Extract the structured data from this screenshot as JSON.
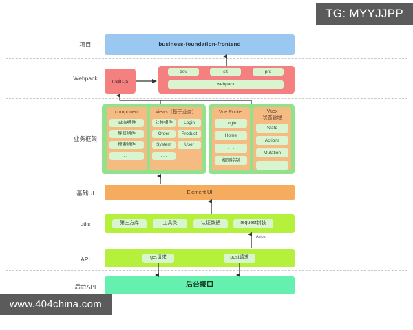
{
  "watermarks": {
    "tg": "TG: MYYJJPP",
    "site": "www.404china.com"
  },
  "rows": [
    {
      "label": "项目"
    },
    {
      "label": "Webpack"
    },
    {
      "label": "业务框架"
    },
    {
      "label": "基础UI"
    },
    {
      "label": "utils"
    },
    {
      "label": "API"
    },
    {
      "label": "后台API"
    }
  ],
  "project": {
    "title": "business-foundation-frontend"
  },
  "webpack": {
    "entry": "main.js",
    "envs": [
      "dev",
      "sit",
      "pro"
    ],
    "bundler": "webpack"
  },
  "framework": {
    "component": {
      "header": "component",
      "items": [
        "table组件",
        "导航组件",
        "搜索组件",
        ". . ."
      ]
    },
    "views": {
      "header": "views（基于业务）",
      "items": [
        "公共组件",
        "Login",
        "Order",
        "Product",
        "System",
        "User",
        ". . ."
      ]
    },
    "router": {
      "header": "Vue Router",
      "items": [
        "Login",
        "Home",
        ". . .",
        "权限控制"
      ]
    },
    "vuex": {
      "header": "Vuex\n状态管理",
      "header_line1": "Vuex",
      "header_line2": "状态管理",
      "items": [
        "State",
        "Actions",
        "Mutation",
        ". . ."
      ]
    }
  },
  "base_ui": {
    "title": "Element UI"
  },
  "utils": {
    "items": [
      "第三方库",
      "工具类",
      "认证数据",
      "request封装"
    ],
    "edge_label": "Axios"
  },
  "api": {
    "items": [
      "get请求",
      "post请求"
    ]
  },
  "backend": {
    "title": "后台接口"
  },
  "colors": {
    "project": "#9ac8f0",
    "webpack": "#f4807f",
    "framework_outer": "#93e18b",
    "framework_inner": "#f6bb83",
    "base_ui": "#f5ac5f",
    "utils": "#b4f03c",
    "api": "#b4f03c",
    "backend": "#66f0b0",
    "chip": "#d8f5d0",
    "separator": "#c9c9c9",
    "badge_bg": "#5b5b5b"
  }
}
